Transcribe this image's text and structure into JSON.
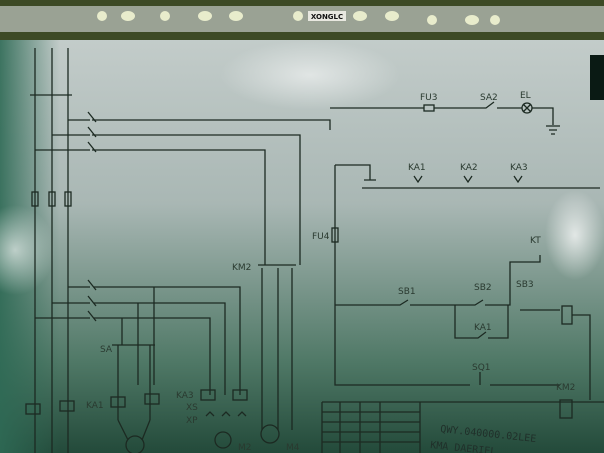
{
  "binder": {
    "brand": "XONGLC"
  },
  "labels": {
    "fu3": "FU3",
    "sa2": "SA2",
    "el": "EL",
    "ka1_top": "KA1",
    "ka2_top": "KA2",
    "ka3_top": "KA3",
    "fu4": "FU4",
    "kt": "KT",
    "sb1": "SB1",
    "sb2": "SB2",
    "sb3": "SB3",
    "ka1_mid": "KA1",
    "sq": "SQ1",
    "km2_right": "KM2",
    "km2_left": "KM2",
    "sa": "SA",
    "ka1_bottom": "KA1",
    "ka3_bottom": "KA3",
    "xs": "XS",
    "xp": "XP",
    "m2": "M2",
    "m4": "M4"
  },
  "title_block": {
    "drawing_no": "QWY.040000.02LEE",
    "name": "KMA DAERIEL"
  }
}
